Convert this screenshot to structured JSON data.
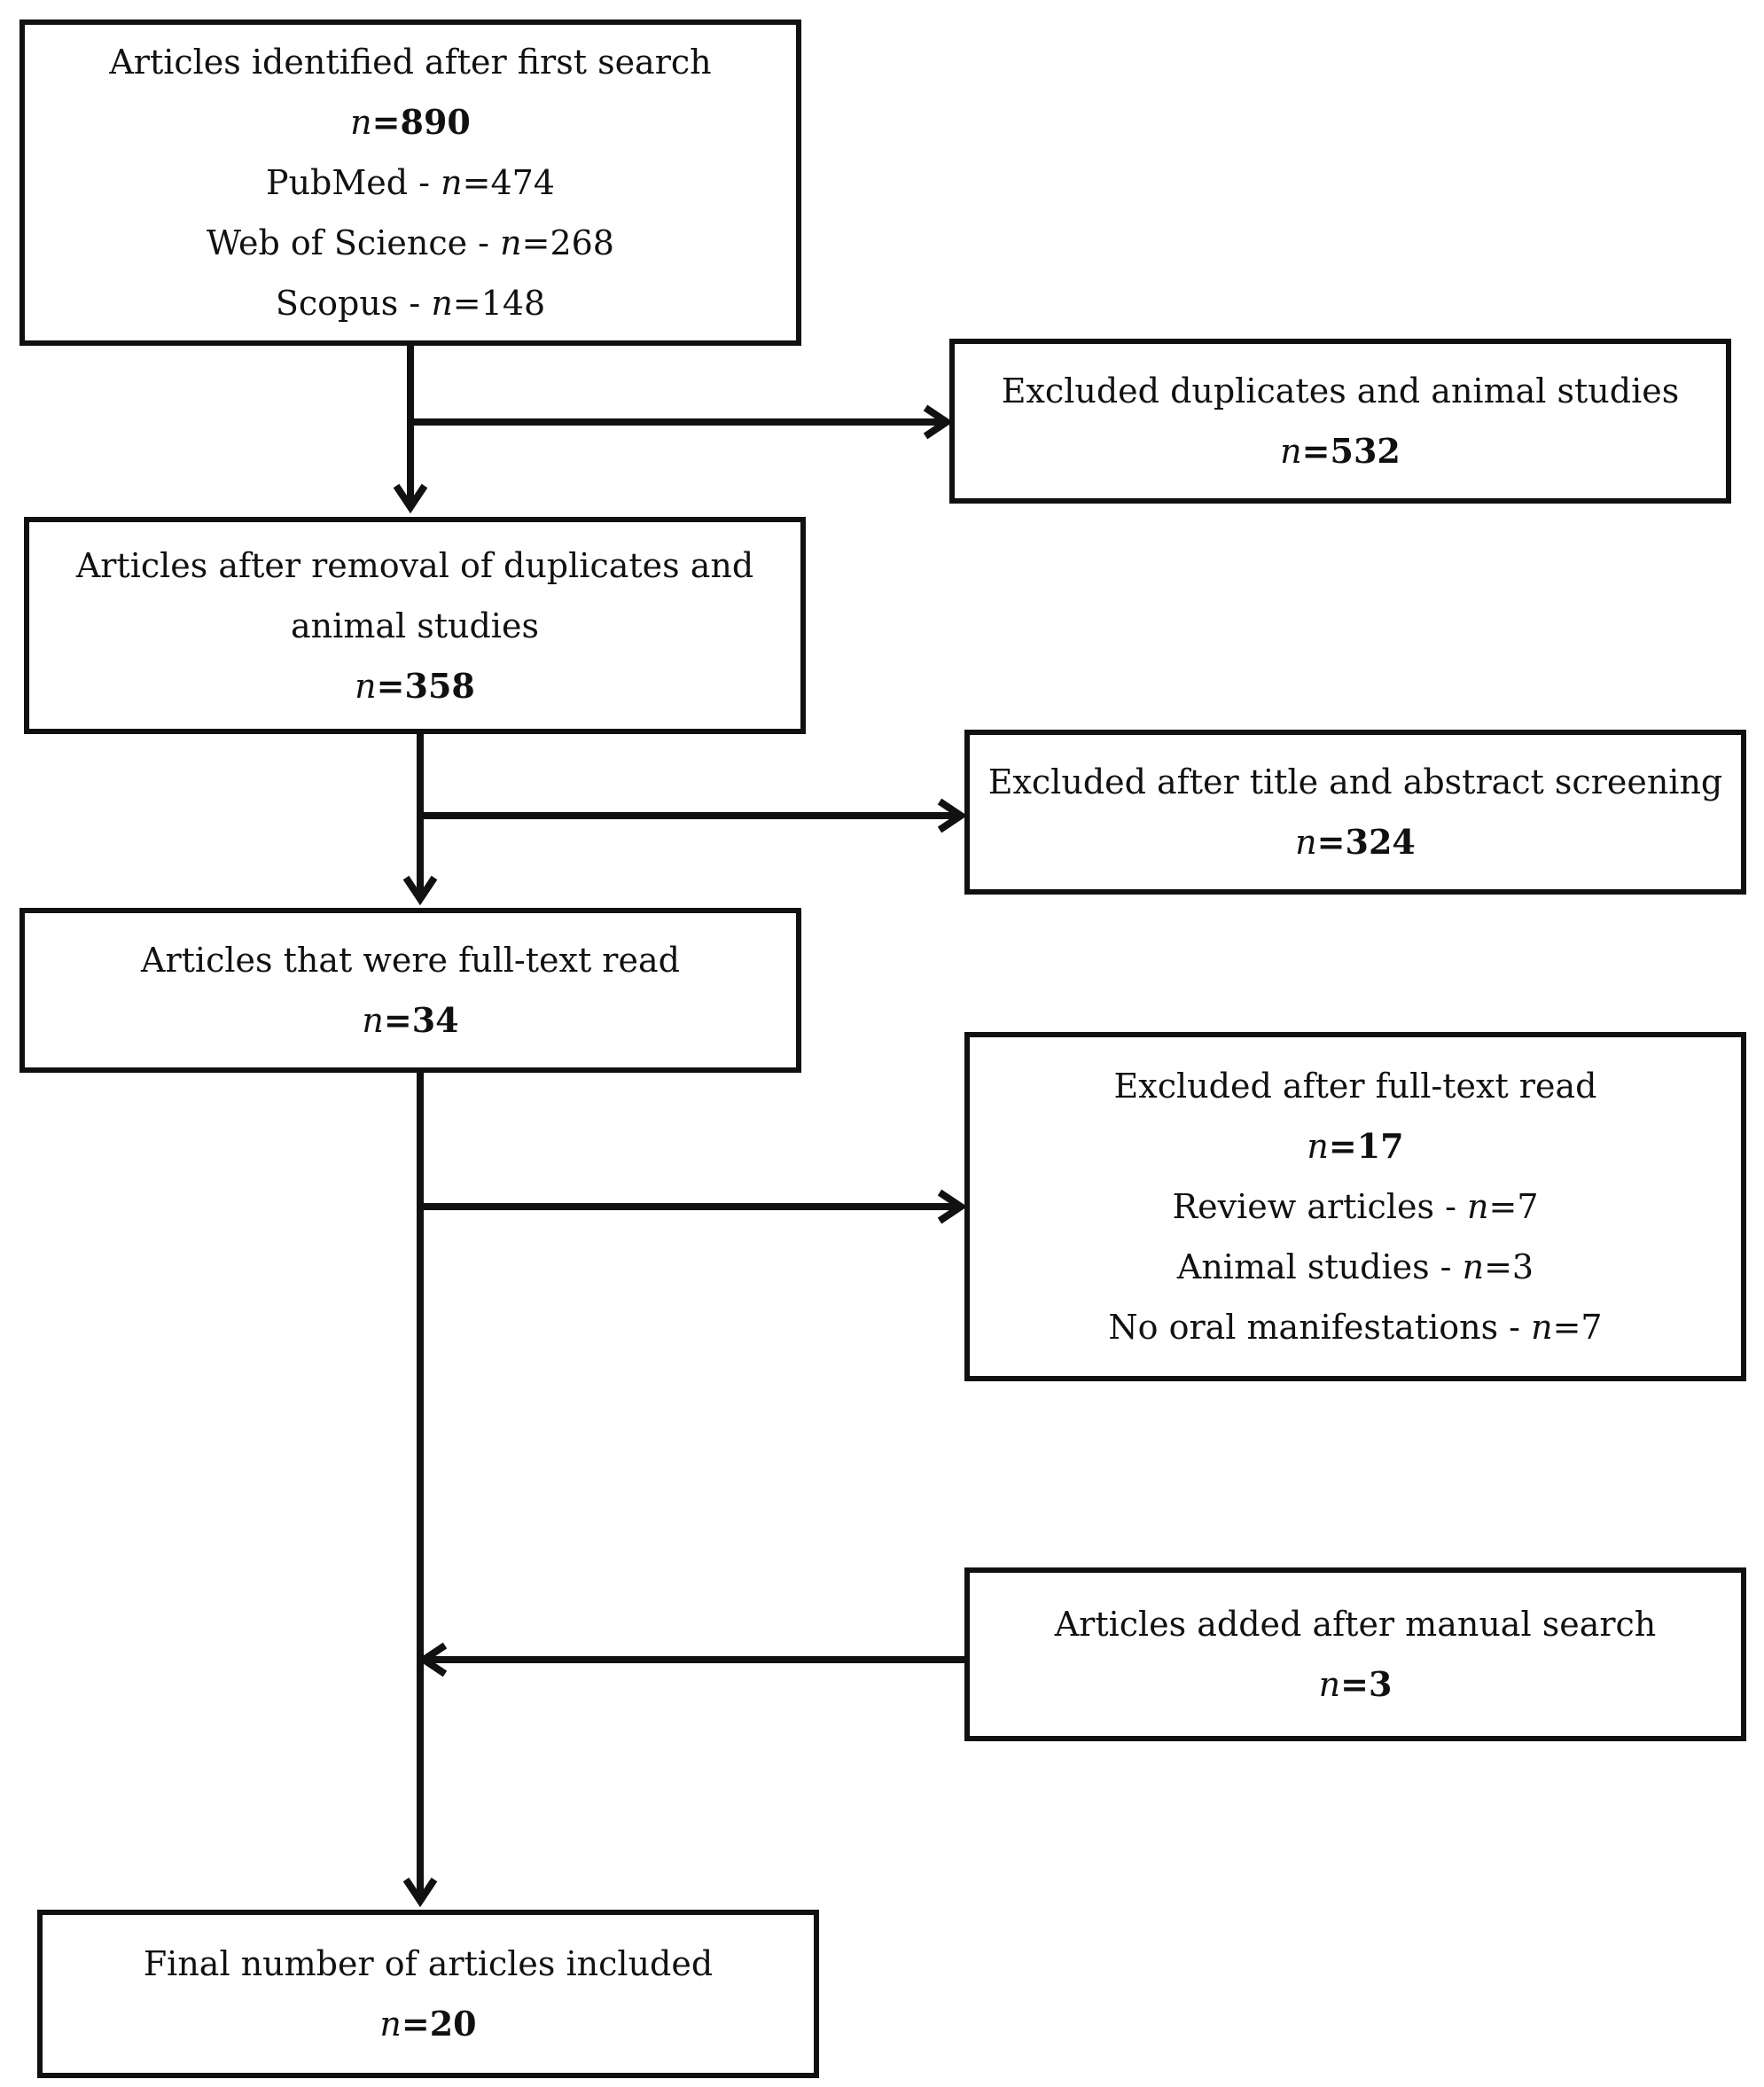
{
  "boxes": {
    "identified": {
      "title": "Articles identified after first search",
      "n_prefix": "n",
      "total": "890",
      "sources": [
        {
          "label": "PubMed - ",
          "n_prefix": "n",
          "value": "474"
        },
        {
          "label": "Web of Science - ",
          "n_prefix": "n",
          "value": "268"
        },
        {
          "label": "Scopus - ",
          "n_prefix": "n",
          "value": "148"
        }
      ]
    },
    "duplicates_excluded": {
      "title": "Excluded duplicates and animal studies",
      "n_prefix": "n",
      "total": "532"
    },
    "after_dedup": {
      "title_line1": "Articles after removal of duplicates and",
      "title_line2": "animal studies",
      "n_prefix": "n",
      "total": "358"
    },
    "title_abstract_excluded": {
      "title": "Excluded after title and abstract screening",
      "n_prefix": "n",
      "total": "324"
    },
    "full_text_read": {
      "title": "Articles that were full-text read",
      "n_prefix": "n",
      "total": "34"
    },
    "full_text_excluded": {
      "title": "Excluded after full-text read",
      "n_prefix": "n",
      "total": "17",
      "reasons": [
        {
          "label": "Review articles - ",
          "n_prefix": "n",
          "value": "7"
        },
        {
          "label": "Animal studies - ",
          "n_prefix": "n",
          "value": "3"
        },
        {
          "label": "No oral manifestations - ",
          "n_prefix": "n",
          "value": "7"
        }
      ]
    },
    "manual_added": {
      "title": "Articles added after manual search",
      "n_prefix": "n",
      "total": "3"
    },
    "final": {
      "title": "Final number of articles included",
      "n_prefix": "n",
      "total": "20"
    }
  },
  "eq": "="
}
